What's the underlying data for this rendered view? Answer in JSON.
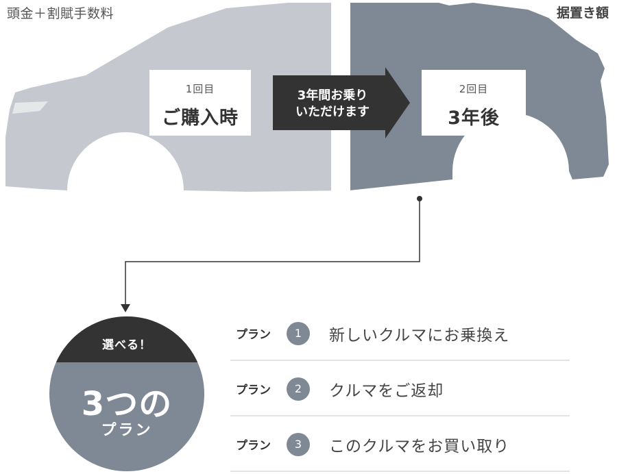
{
  "header": {
    "left_label": "頭金＋割賦手数料",
    "right_label": "据置き額"
  },
  "phases": [
    {
      "number": "1回目",
      "title": "ご購入時"
    },
    {
      "number": "2回目",
      "title": "3年後"
    }
  ],
  "arrow": {
    "line1": "3年間お乗り",
    "line2": "いただけます"
  },
  "choice_circle": {
    "caption": "選べる！",
    "big": "3つの",
    "small": "プラン"
  },
  "plans": [
    {
      "label": "プラン",
      "number": "1",
      "text": "新しいクルマにお乗換え"
    },
    {
      "label": "プラン",
      "number": "2",
      "text": "クルマをご返却"
    },
    {
      "label": "プラン",
      "number": "3",
      "text": "このクルマをお買い取り"
    }
  ],
  "colors": {
    "left_half": "#c5c9cf",
    "right_half": "#7f8895",
    "arrow": "#333333",
    "accent": "#7f8895"
  }
}
